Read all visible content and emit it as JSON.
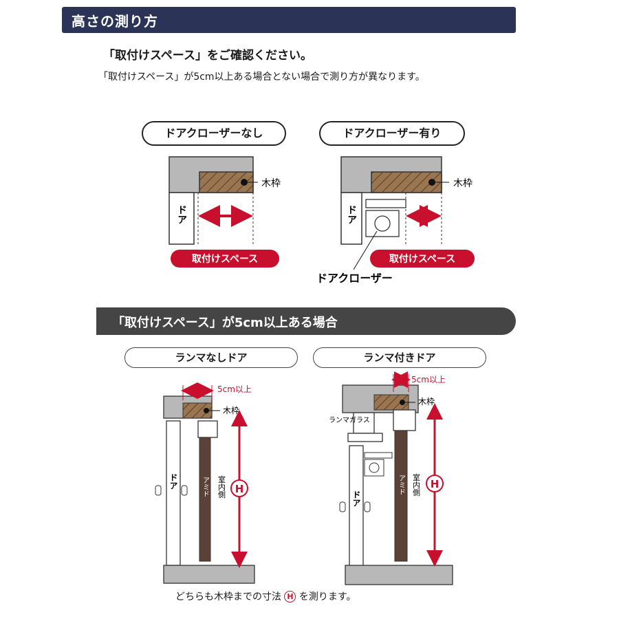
{
  "header": {
    "title": "高さの測り方"
  },
  "intro": {
    "line1": "「取付けスペース」をご確認ください。",
    "line2": "「取付けスペース」が5cm以上ある場合とない場合で測り方が異なります。"
  },
  "top_diagrams": {
    "left_title": "ドアクローザーなし",
    "right_title": "ドアクローザー有り",
    "frame_label": "木枠",
    "door_label": "ドア",
    "space_label": "取付けスペース",
    "closer_label": "ドアクローザー"
  },
  "case": {
    "title": "「取付けスペース」が5cm以上ある場合",
    "left_title": "ランマなしドア",
    "right_title": "ランマ付きドア",
    "gap_label": "5cm以上",
    "frame_label": "木枠",
    "transom_glass": "ランマガラス",
    "door_label": "ドア",
    "screen_label": "アミド",
    "indoor_label": "室内側",
    "height_symbol": "H"
  },
  "footer": {
    "before": "どちらも木枠までの寸法",
    "symbol": "H",
    "after": "を測ります。"
  },
  "colors": {
    "navy": "#2b3357",
    "accent_red": "#c8102e",
    "dark_gray": "#454545",
    "wood": "#8c6848",
    "screen_brown": "#5b4136"
  }
}
